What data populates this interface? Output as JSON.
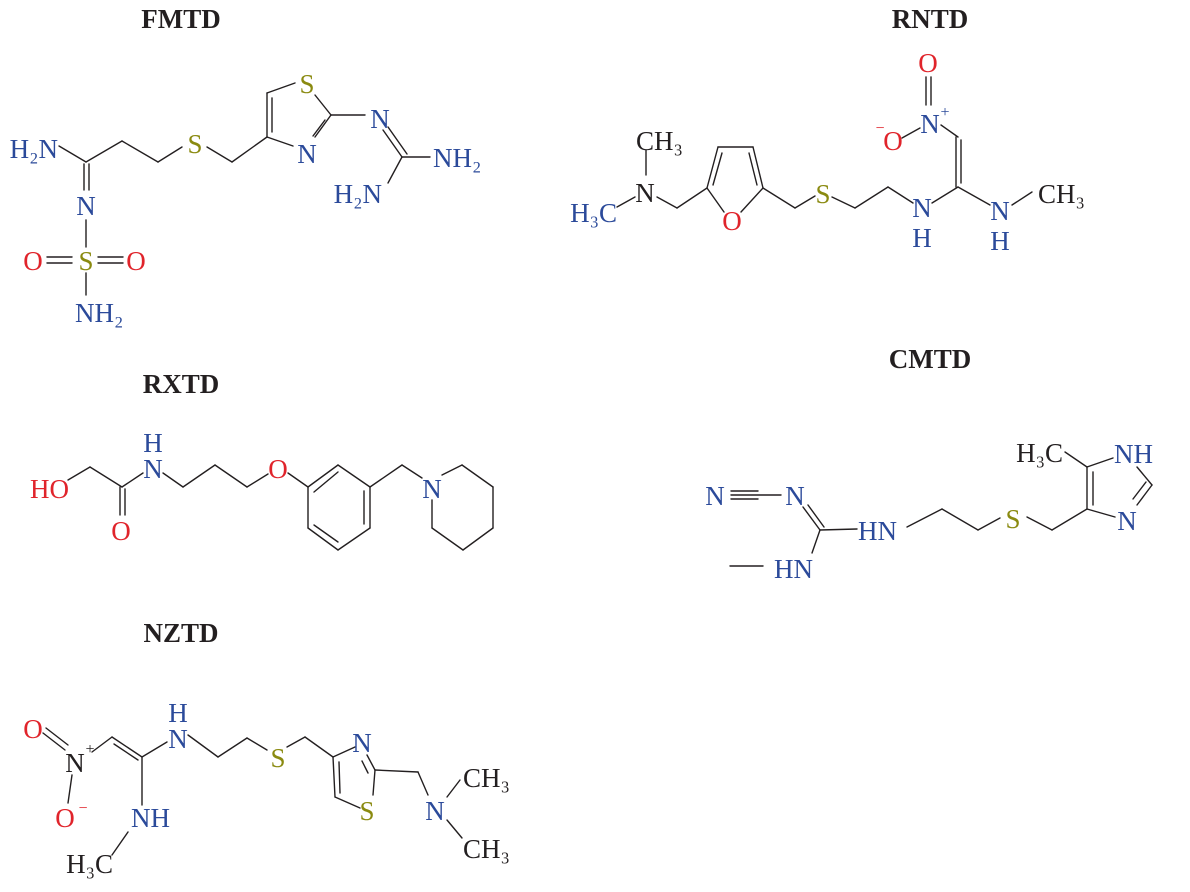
{
  "colors": {
    "nitrogen": "#2b4a9a",
    "oxygen": "#e0242b",
    "sulfur": "#8a8a10",
    "carbon": "#231f20"
  },
  "molecules": {
    "fmtd": {
      "title": "FMTD",
      "h2n_left": "H₂N",
      "n_imine": "N",
      "s_sulfonyl": "S",
      "o_left": "O",
      "o_right": "O",
      "nh2_bottom": "NH₂",
      "s_thioether": "S",
      "s_ring": "S",
      "n_ring": "N",
      "n_guan": "N",
      "nh2_right": "NH₂",
      "h2n_right": "H₂N"
    },
    "rntd": {
      "title": "RNTD",
      "ch3_top": "CH₃",
      "n_amine": "N",
      "h3c": "H₃C",
      "o_furan": "O",
      "s": "S",
      "n1": "N",
      "h1": "H",
      "n_plus": "N",
      "plus": "+",
      "o_top": "O",
      "o_minus": "O",
      "minus": "−",
      "n2": "N",
      "h2": "H",
      "ch3_right": "CH₃"
    },
    "rxtd": {
      "title": "RXTD",
      "ho": "HO",
      "o_carbonyl": "O",
      "n_amide": "N",
      "h_amide": "H",
      "o_ether": "O",
      "n_pip": "N"
    },
    "cmtd": {
      "title": "CMTD",
      "n_nitrile": "N",
      "n_imine": "N",
      "hn1": "HN",
      "hn2": "HN",
      "s": "S",
      "nh_ring": "NH",
      "n_ring": "N",
      "h3c": "H₃C"
    },
    "nztd": {
      "title": "NZTD",
      "o_top": "O",
      "n_plus": "N",
      "plus": "+",
      "o_minus": "O",
      "minus": "−",
      "n_top": "N",
      "h_top": "H",
      "nh": "NH",
      "h3c": "H₃C",
      "s": "S",
      "n_ring": "N",
      "s_ring": "S",
      "n_amine": "N",
      "ch3_top": "CH₃",
      "ch3_bottom": "CH₃"
    }
  }
}
